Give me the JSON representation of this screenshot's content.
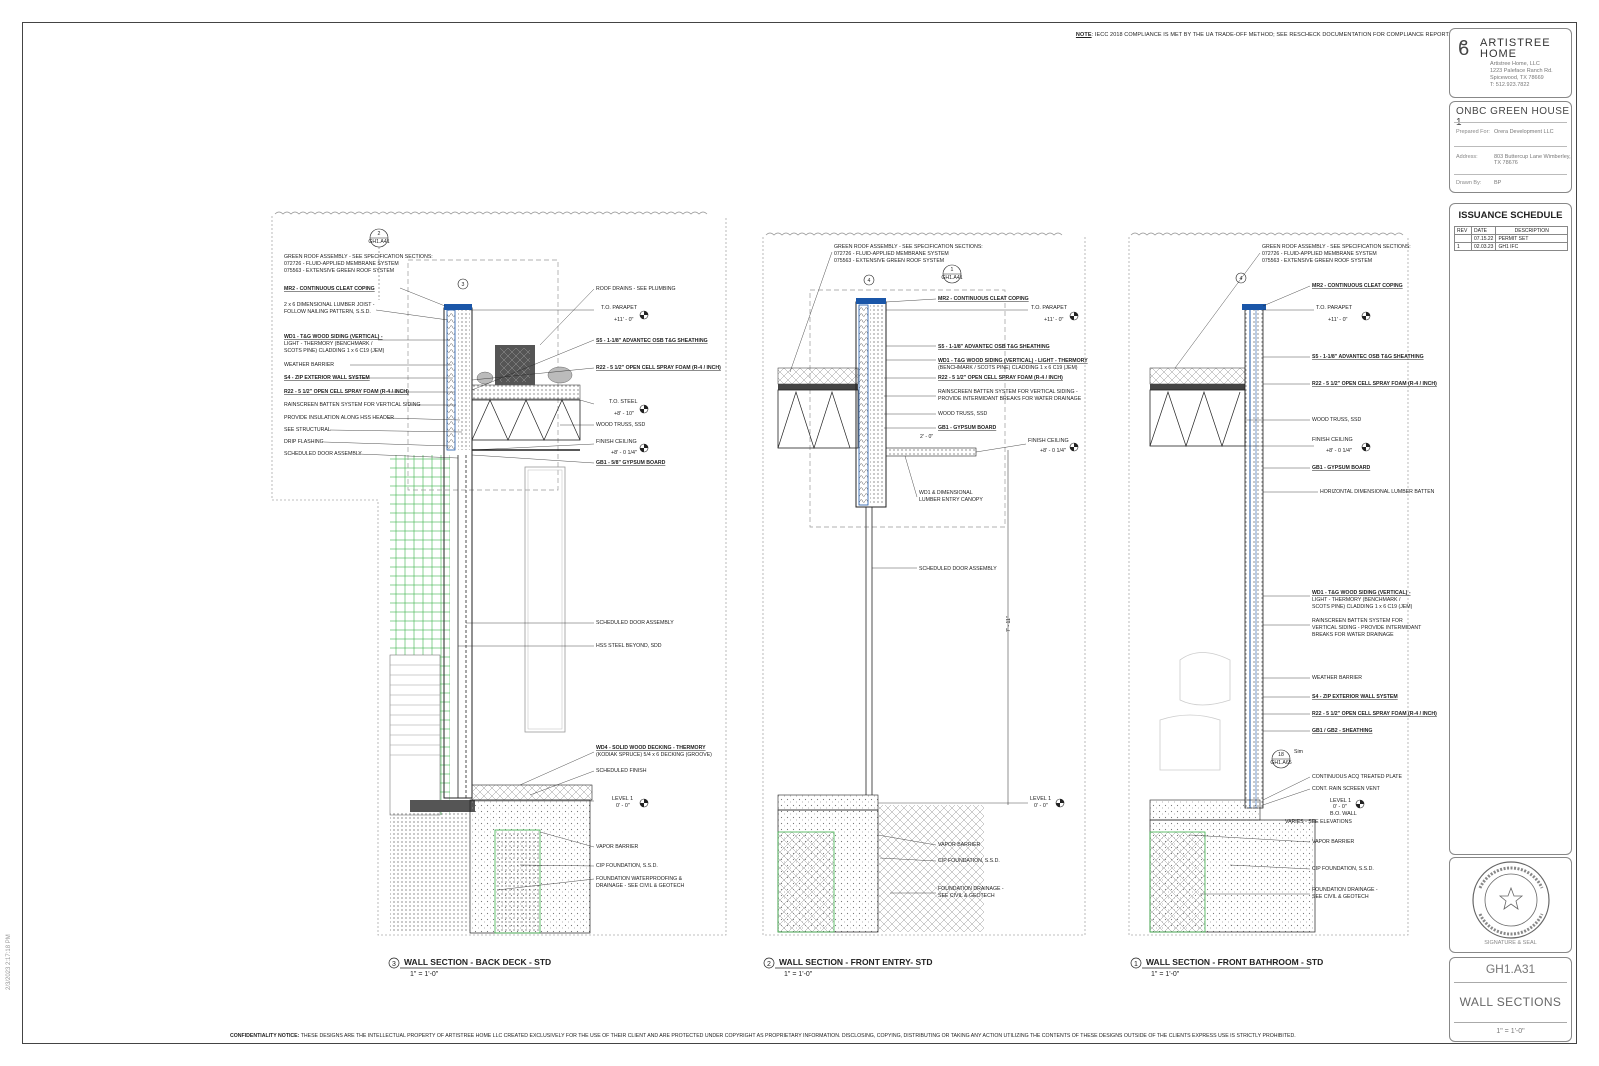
{
  "note": {
    "label": "NOTE",
    "text": ": IECC 2018 COMPLIANCE IS MET BY THE UA TRADE-OFF METHOD; SEE RESCHECK DOCUMENTATION FOR COMPLIANCE REPORT."
  },
  "confidentiality": {
    "label": "CONFIDENTIALITY NOTICE:",
    "text": " THESE DESIGNS ARE THE INTELLECTUAL PROPERTY OF ARTISTREE HOME LLC CREATED EXCLUSIVELY FOR THE USE OF THEIR CLIENT AND ARE PROTECTED UNDER COPYRIGHT AS PROPRIETARY INFORMATION. DISCLOSING, COPYING, DISTRIBUTING OR TAKING ANY ACTION UTILIZING THE CONTENTS OF THESE DESIGNS OUTSIDE OF THE CLIENTS EXPRESS USE IS STRICTLY PROHIBITED."
  },
  "side_stamp": "2/3/2023 2:17:18 PM",
  "title_block": {
    "company": "ARTISTREE",
    "company_sub": "HOME",
    "address_lines": [
      "Artistree Home, LLC",
      "1223 Paleface Ranch Rd.",
      "Spicewood, TX 78669",
      "T: 512.923.7822"
    ],
    "project": "ONBC GREEN HOUSE 1",
    "prepared_label": "Prepared For:",
    "prepared_value": "Orera Development LLC",
    "address_label": "Address:",
    "address_value": "803 Buttercup Lane Wimberley, TX 78676",
    "drawn_label": "Drawn By:",
    "drawn_value": "BP",
    "seal_caption": "SIGNATURE & SEAL",
    "sheet_number": "GH1.A31",
    "sheet_title": "WALL SECTIONS",
    "sheet_scale": "1\" = 1'-0\""
  },
  "issuance": {
    "title": "ISSUANCE SCHEDULE",
    "headers": [
      "REV",
      "DATE",
      "DESCRIPTION"
    ],
    "rows": [
      [
        "",
        "07.15.22",
        "PERMIT SET"
      ],
      [
        "1",
        "02.03.23",
        "GH1 IFC"
      ]
    ]
  },
  "views": [
    {
      "number": "3",
      "title": "WALL SECTION - BACK DECK - STD",
      "scale": "1\" = 1'-0\"",
      "callout_top": "2",
      "callout_sheet": "GH1.A41",
      "left_labels": [
        "GREEN ROOF ASSEMBLY - SEE SPECIFICATION SECTIONS:",
        "072726 - FLUID-APPLIED MEMBRANE SYSTEM",
        "075563 - EXTENSIVE GREEN ROOF SYSTEM",
        "MR2 - CONTINUOUS CLEAT COPING",
        "2 x 6 DIMENSIONAL LUMBER JOIST -",
        "FOLLOW NAILING PATTERN, S.S.D.",
        "WD1 - T&G WOOD SIDING (VERTICAL) -",
        "LIGHT - THERMORY (BENCHMARK /",
        "SCOTS PINE) CLADDING 1 x 6 C19 (JEM)",
        "WEATHER BARRIER",
        "S4 - ZIP EXTERIOR WALL SYSTEM",
        "R22 - 5 1/2\" OPEN CELL SPRAY FOAM (R-4 / INCH)",
        "RAINSCREEN BATTEN SYSTEM FOR VERTICAL SIDING",
        "PROVIDE INSULATION ALONG HSS HEADER",
        "SEE STRUCTURAL",
        "DRIP FLASHING",
        "SCHEDULED DOOR ASSEMBLY"
      ],
      "right_labels": [
        "ROOF DRAINS - SEE PLUMBING",
        "T.O. PARAPET",
        "+11' - 0\"",
        "S5 - 1-1/8\" ADVANTEC OSB T&G SHEATHING",
        "R22 - 5 1/2\" OPEN CELL SPRAY FOAM (R-4 / INCH)",
        "T.O. STEEL",
        "+8' - 10\"",
        "WOOD TRUSS, SSD",
        "FINISH CEILING",
        "+8' - 0 1/4\"",
        "GB1 - 5/8\" GYPSUM BOARD",
        "SCHEDULED DOOR ASSEMBLY",
        "HSS STEEL BEYOND, SDD",
        "WD4 - SOLID WOOD DECKING - THERMORY",
        "(KODIAK SPRUCE) 5/4 x 6 DECKING (GROOVE)",
        "SCHEDULED FINISH",
        "LEVEL 1",
        "0' - 0\"",
        "VAPOR BARRIER",
        "CIP FOUNDATION, S.S.D.",
        "FOUNDATION WATERPROOFING &",
        "DRAINAGE - SEE CIVIL & GEOTECH"
      ]
    },
    {
      "number": "2",
      "title": "WALL SECTION - FRONT ENTRY- STD",
      "scale": "1\" = 1'-0\"",
      "callout_top": "1",
      "callout_sheet": "GH1.A41",
      "left_labels": [
        "GREEN ROOF ASSEMBLY - SEE SPECIFICATION SECTIONS:",
        "072726 - FLUID-APPLIED MEMBRANE SYSTEM",
        "075563 - EXTENSIVE GREEN ROOF SYSTEM"
      ],
      "right_labels": [
        "MR2 - CONTINUOUS CLEAT COPING",
        "T.O. PARAPET",
        "+11' - 0\"",
        "S5 - 1-1/8\" ADVANTEC OSB T&G SHEATHING",
        "WD1 - T&G WOOD SIDING (VERTICAL) - LIGHT - THERMORY",
        "(BENCHMARK / SCOTS PINE) CLADDING 1 x 6 C19 (JEM)",
        "R22 - 5 1/2\" OPEN CELL SPRAY FOAM (R-4 / INCH)",
        "RAINSCREEN BATTEN SYSTEM FOR VERTICAL SIDING -",
        "PROVIDE INTERMIDANT BREAKS FOR WATER DRAINAGE",
        "WOOD TRUSS, SSD",
        "GB1 - GYPSUM BOARD",
        "2' - 0\"",
        "FINISH CEILING",
        "+8' - 0 1/4\"",
        "WD1 & DIMENSIONAL",
        "LUMBER ENTRY CANOPY",
        "SCHEDULED DOOR ASSEMBLY",
        "7' - 11\"",
        "LEVEL 1",
        "0' - 0\"",
        "VAPOR BARRIER",
        "CIP FOUNDATION, S.S.D.",
        "FOUNDATION DRAINAGE -",
        "SEE CIVIL & GEOTECH"
      ]
    },
    {
      "number": "1",
      "title": "WALL SECTION - FRONT BATHROOM - STD",
      "scale": "1\" = 1'-0\"",
      "callout_top": "4",
      "callout_detail": "18",
      "callout_detail_sheet": "GH1.A65",
      "callout_detail_sim": "Sim",
      "left_labels": [
        "GREEN ROOF ASSEMBLY - SEE SPECIFICATION SECTIONS:",
        "072726 - FLUID-APPLIED MEMBRANE SYSTEM",
        "075563 - EXTENSIVE GREEN ROOF SYSTEM"
      ],
      "right_labels": [
        "MR2 - CONTINUOUS CLEAT COPING",
        "T.O. PARAPET",
        "+11' - 0\"",
        "S5 - 1-1/8\" ADVANTEC OSB T&G SHEATHING",
        "R22 - 5 1/2\" OPEN CELL SPRAY FOAM (R-4 / INCH)",
        "WOOD TRUSS, SSD",
        "FINISH CEILING",
        "+8' - 0 1/4\"",
        "GB1 - GYPSUM BOARD",
        "HORIZONTAL DIMENSIONAL LUMBER BATTEN",
        "WD1 - T&G WOOD SIDING (VERTICAL) -",
        "LIGHT - THERMORY (BENCHMARK /",
        "SCOTS PINE) CLADDING 1 x 6 C19 (JEM)",
        "RAINSCREEN BATTEN SYSTEM FOR",
        "VERTICAL SIDING - PROVIDE INTERMIDANT",
        "BREAKS FOR WATER DRAINAGE",
        "WEATHER BARRIER",
        "S4 - ZIP EXTERIOR WALL SYSTEM",
        "R22 - 5 1/2\" OPEN CELL SPRAY FOAM (R-4 / INCH)",
        "GB1 / GB2 - SHEATHING",
        "CONTINUOUS ACQ TREATED PLATE",
        "CONT. RAIN SCREEN VENT",
        "LEVEL 1",
        "0' - 0\"",
        "B.O. WALL",
        "VARIES - SEE ELEVATIONS",
        "VAPOR BARRIER",
        "CIP FOUNDATION, S.S.D.",
        "FOUNDATION DRAINAGE -",
        "SEE CIVIL & GEOTECH"
      ]
    }
  ]
}
